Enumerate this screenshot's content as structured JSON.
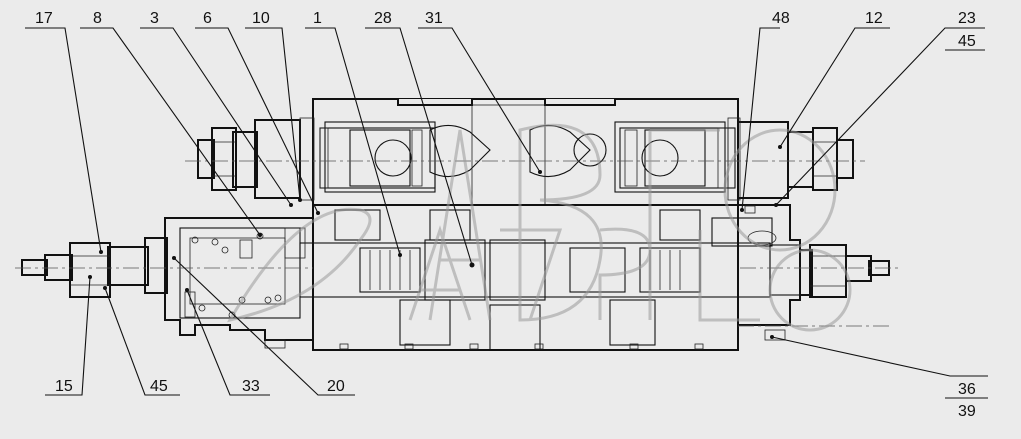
{
  "labels_top": [
    "17",
    "8",
    "3",
    "6",
    "10",
    "1",
    "28",
    "31",
    "48",
    "12"
  ],
  "label_23_45": {
    "upper": "23",
    "lower": "45"
  },
  "labels_bottom": [
    "15",
    "45",
    "33",
    "20"
  ],
  "label_36_39": {
    "upper": "36",
    "lower": "39"
  },
  "colors": {
    "background": "#ebebeb",
    "hatch": "#333333",
    "line": "#111111",
    "watermark": "#9a9a9a"
  }
}
